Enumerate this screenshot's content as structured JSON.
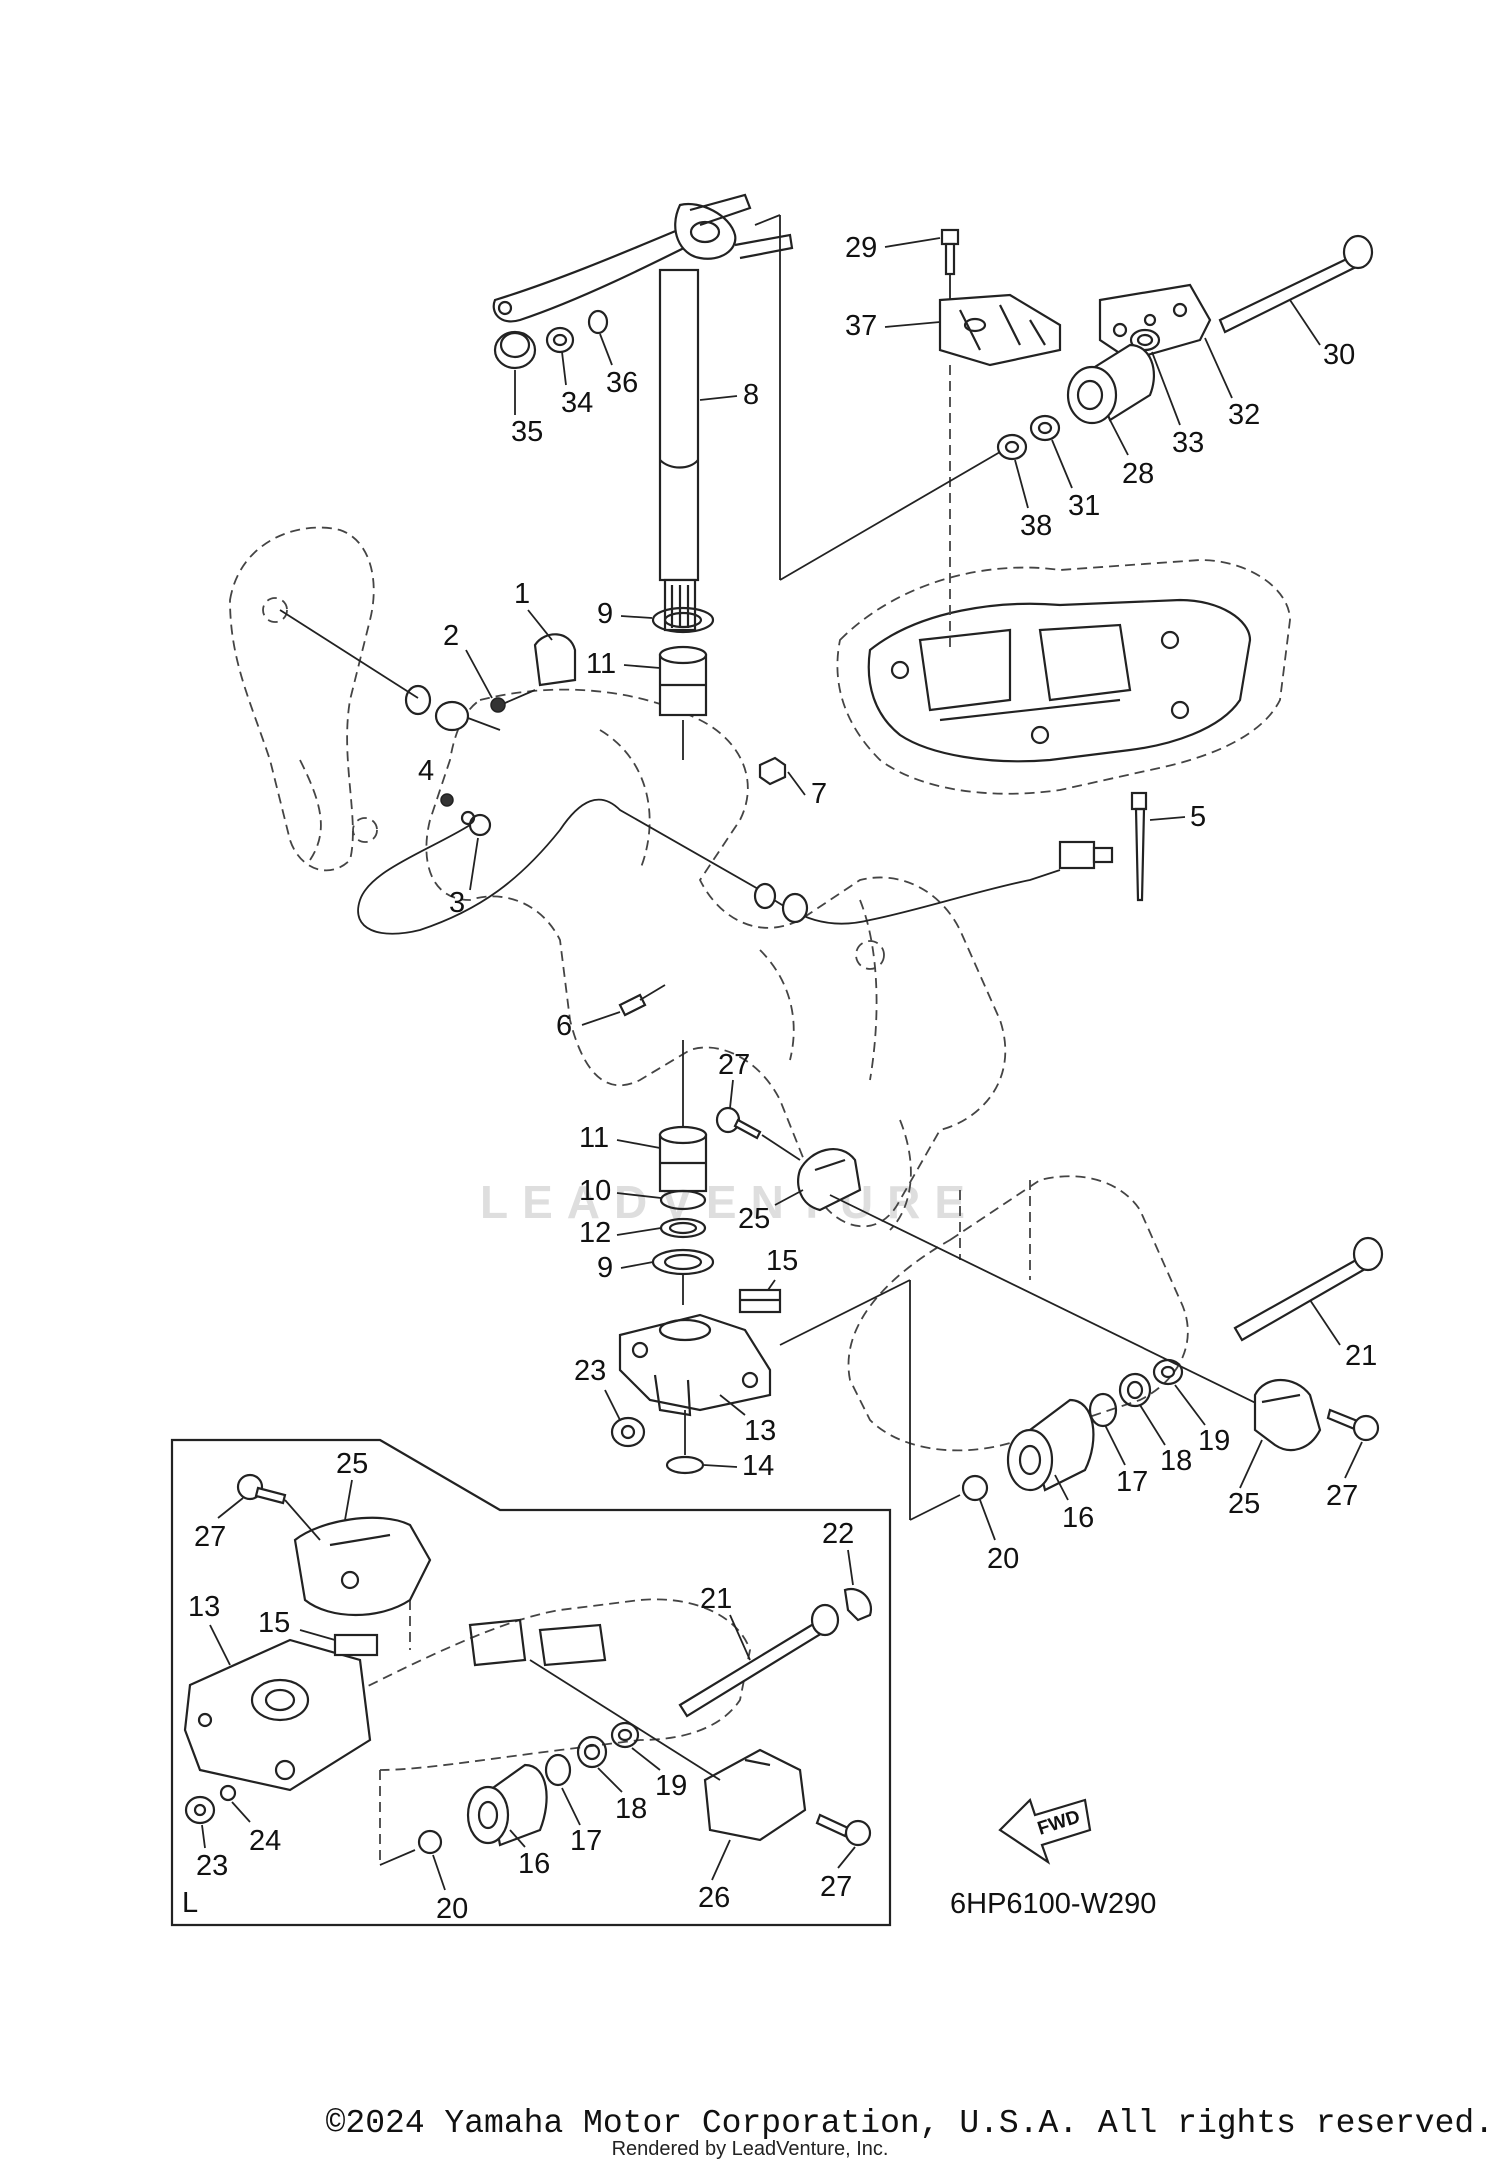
{
  "diagram": {
    "code": "6HP6100-W290",
    "fwd_label": "FWD",
    "inset_label": "L",
    "watermark": "LEADVENTURE",
    "callouts": [
      "1",
      "2",
      "3",
      "4",
      "5",
      "6",
      "7",
      "8",
      "9",
      "11",
      "10",
      "12",
      "9",
      "11",
      "35",
      "34",
      "36",
      "37",
      "29",
      "30",
      "32",
      "33",
      "28",
      "31",
      "38",
      "27",
      "25",
      "15",
      "23",
      "13",
      "14",
      "21",
      "19",
      "18",
      "17",
      "16",
      "20",
      "25",
      "27",
      "25",
      "27",
      "22",
      "21",
      "13",
      "15",
      "23",
      "24",
      "19",
      "18",
      "17",
      "16",
      "20",
      "26",
      "27"
    ]
  },
  "footer": {
    "copyright": "©2024 Yamaha Motor Corporation, U.S.A. All rights reserved.",
    "rendered_by": "Rendered by LeadVenture, Inc."
  }
}
